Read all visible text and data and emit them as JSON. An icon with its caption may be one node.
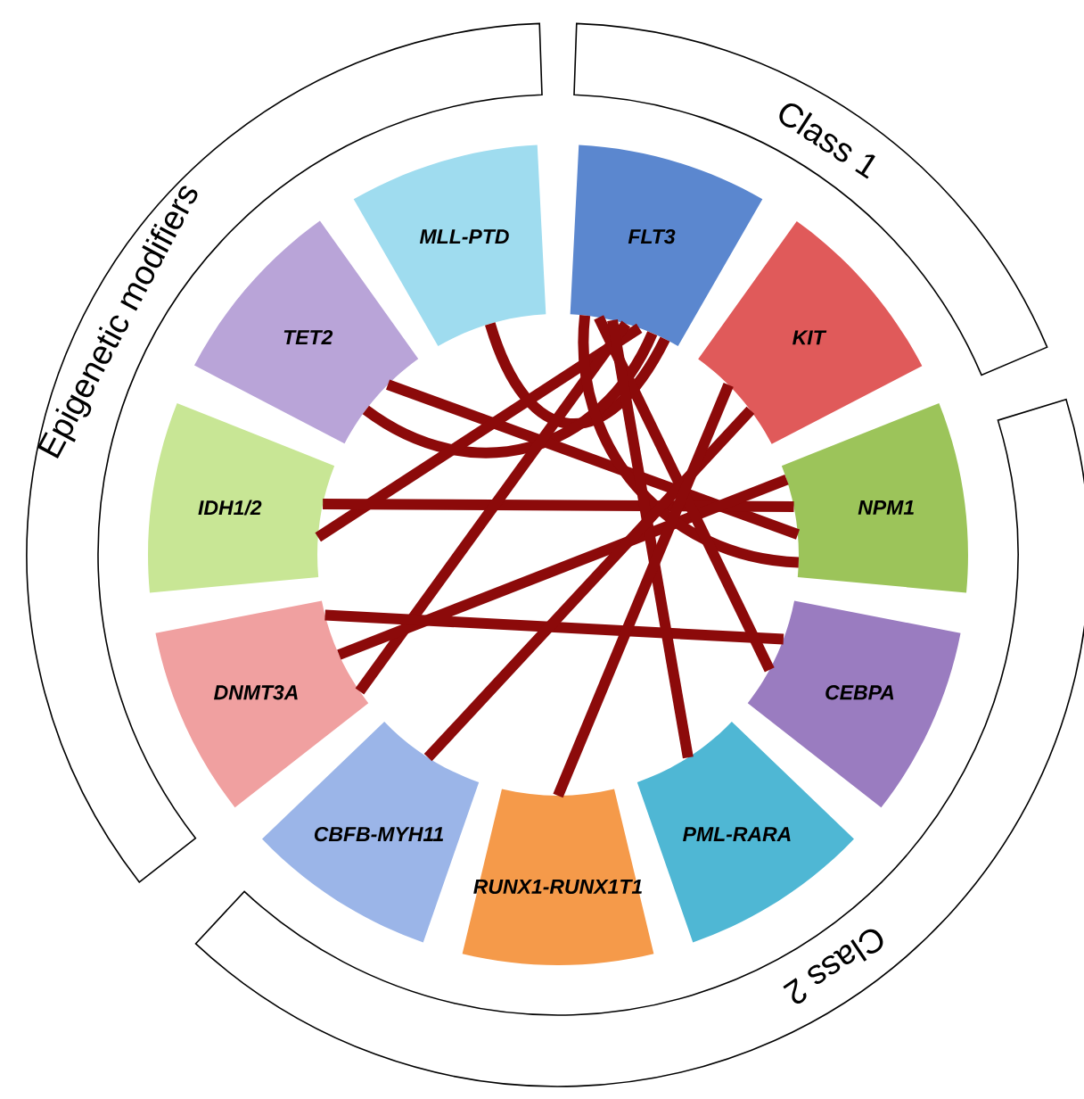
{
  "diagram": {
    "nodes": [
      {
        "text": [
          "Epigenetic modifiers"
        ]
      },
      {
        "text": [
          "Class 1"
        ]
      },
      {
        "text": [
          "Class 2"
        ]
      },
      {
        "text": [
          "MLL-PTD"
        ]
      },
      {
        "text": [
          "FLT3"
        ]
      },
      {
        "text": [
          "KIT"
        ]
      },
      {
        "text": [
          "NPM1"
        ]
      },
      {
        "text": [
          "CEBPA"
        ]
      },
      {
        "text": [
          "PML-RARA"
        ]
      },
      {
        "text": [
          "RUNX1-RUNX1T1"
        ]
      },
      {
        "text": [
          "CBFB-MYH11"
        ]
      },
      {
        "text": [
          "DNMT3A"
        ]
      },
      {
        "text": [
          "IDH1/2"
        ]
      },
      {
        "text": [
          "TET2"
        ]
      }
    ],
    "edges": [
      {
        "from": 3,
        "to": 4,
        "arrow": "none"
      },
      {
        "from": 13,
        "to": 4,
        "arrow": "none"
      },
      {
        "from": 13,
        "to": 6,
        "arrow": "none"
      },
      {
        "from": 12,
        "to": 4,
        "arrow": "none"
      },
      {
        "from": 12,
        "to": 6,
        "arrow": "none"
      },
      {
        "from": 11,
        "to": 4,
        "arrow": "none"
      },
      {
        "from": 11,
        "to": 6,
        "arrow": "none"
      },
      {
        "from": 11,
        "to": 7,
        "arrow": "none"
      },
      {
        "from": 4,
        "to": 6,
        "arrow": "none"
      },
      {
        "from": 4,
        "to": 7,
        "arrow": "none"
      },
      {
        "from": 4,
        "to": 8,
        "arrow": "none"
      },
      {
        "from": 5,
        "to": 10,
        "arrow": "none"
      },
      {
        "from": 5,
        "to": 9,
        "arrow": "none"
      }
    ]
  }
}
